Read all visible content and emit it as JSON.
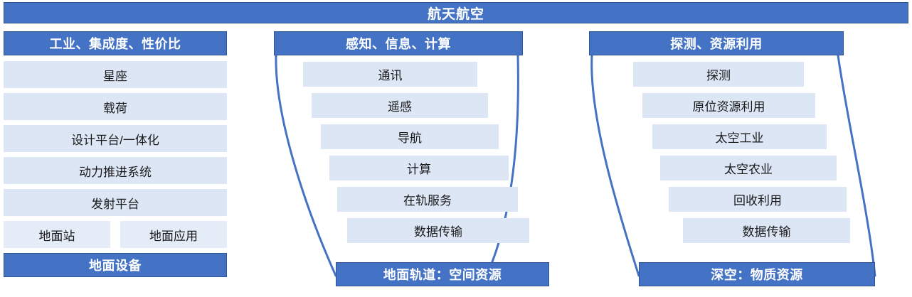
{
  "colors": {
    "accent_blue": "#4472c4",
    "accent_blue_border": "#2f5597",
    "bar_light": "#dce6f5",
    "background": "#ffffff",
    "text_dark": "#1a1a1a",
    "text_light": "#ffffff"
  },
  "banner": {
    "title": "航天航空"
  },
  "columns": [
    {
      "id": "industry",
      "header": "工业、集成度、性价比",
      "footer": "地面设备",
      "shape": "rectangular",
      "items": [
        {
          "label": "星座"
        },
        {
          "label": "载荷"
        },
        {
          "label": "设计平台/一体化"
        },
        {
          "label": "动力推进系统"
        },
        {
          "label": "发射平台"
        }
      ],
      "split_row": [
        {
          "label": "地面站"
        },
        {
          "label": "地面应用"
        }
      ]
    },
    {
      "id": "sensing",
      "header": "感知、信息、计算",
      "footer": "地面轨道：空间资源",
      "shape": "funnel-right",
      "items": [
        {
          "label": "通讯"
        },
        {
          "label": "遥感"
        },
        {
          "label": "导航"
        },
        {
          "label": "计算"
        },
        {
          "label": "在轨服务"
        },
        {
          "label": "数据传输"
        }
      ],
      "split_row": []
    },
    {
      "id": "exploration",
      "header": "探测、资源利用",
      "footer": "深空：物质资源",
      "shape": "funnel-right",
      "items": [
        {
          "label": "探测"
        },
        {
          "label": "原位资源利用"
        },
        {
          "label": "太空工业"
        },
        {
          "label": "太空农业"
        },
        {
          "label": "回收利用"
        },
        {
          "label": "数据传输"
        }
      ],
      "split_row": []
    }
  ]
}
